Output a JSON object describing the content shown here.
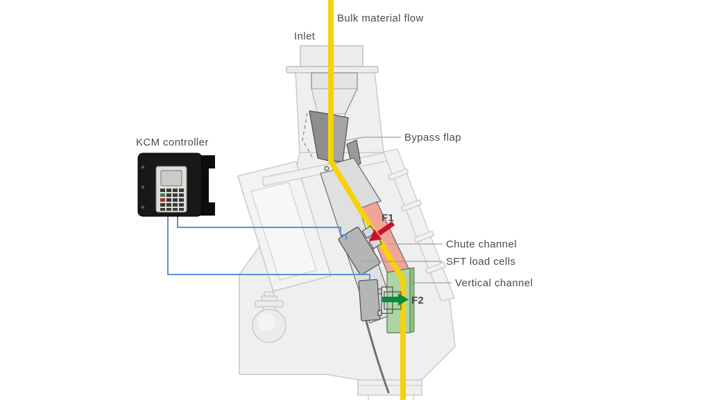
{
  "diagram": {
    "flow_label": "Bulk material flow",
    "labels": {
      "inlet": "Inlet",
      "bypass_flap": "Bypass flap",
      "kcm_controller": "KCM controller",
      "chute_channel": "Chute channel",
      "sft_load_cells": "SFT load cells",
      "vertical_channel": "Vertical channel"
    },
    "forces": {
      "f1": "F1",
      "f2": "F2"
    },
    "colors": {
      "flow_yellow": "#F6D20C",
      "force1_red": "#C8102E",
      "force2_green": "#0A8A3C",
      "chute_highlight": "#F2A497",
      "vertical_highlight": "#AED3A4",
      "vertical_highlight_dark": "#8FBC85",
      "wire_blue": "#5B8FD4",
      "machine_fill": "#EFEFEF",
      "machine_stroke": "#C9C9C9",
      "label_text": "#4B4B4B"
    }
  }
}
